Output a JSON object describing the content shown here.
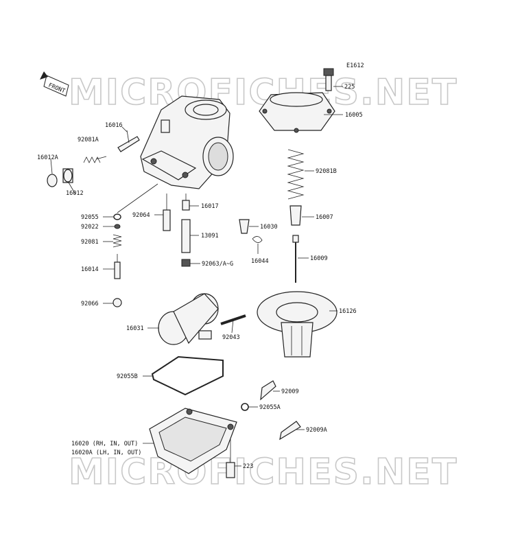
{
  "watermark_top": "MICROFICHES.NET",
  "watermark_bottom": "MICROFICHES.NET",
  "diagram_code": "E1612",
  "front_arrow_label": "FRONT",
  "labels": {
    "p225": "225",
    "p16005": "16005",
    "p92081B": "92081B",
    "p16007": "16007",
    "p16009": "16009",
    "p16126": "16126",
    "p16016": "16016",
    "p92081A": "92081A",
    "p16012A": "16012A",
    "p16012": "16012",
    "p92055": "92055",
    "p92022": "92022",
    "p92081": "92081",
    "p16014": "16014",
    "p92066": "92066",
    "p92064": "92064",
    "p16017": "16017",
    "p13091": "13091",
    "p92063": "92063/A~G",
    "p16030": "16030",
    "p16044": "16044",
    "p16031": "16031",
    "p92043": "92043",
    "p92055B": "92055B",
    "p92009": "92009",
    "p92055A": "92055A",
    "p92009A": "92009A",
    "p16020": "16020 (RH, IN, OUT)",
    "p16020A": "16020A (LH, IN, OUT)",
    "p223": "223"
  }
}
